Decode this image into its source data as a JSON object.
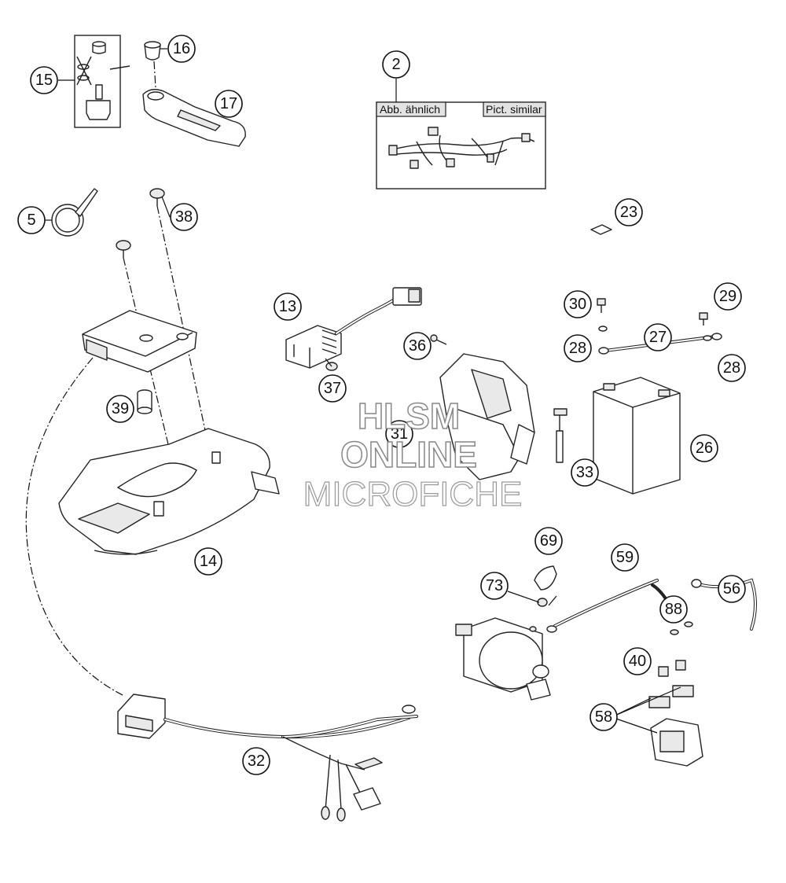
{
  "diagram": {
    "callouts": [
      "15",
      "16",
      "17",
      "2",
      "5",
      "38",
      "23",
      "13",
      "30",
      "29",
      "27",
      "28",
      "28",
      "36",
      "37",
      "39",
      "31",
      "26",
      "33",
      "14",
      "69",
      "59",
      "73",
      "56",
      "88",
      "40",
      "58",
      "32"
    ],
    "inset_labels": {
      "left": "Abb. ähnlich",
      "right": "Pict. similar"
    },
    "watermark": {
      "line1": "HLSM",
      "line2": "ONLINE",
      "line3": "MICROFICHE"
    }
  }
}
